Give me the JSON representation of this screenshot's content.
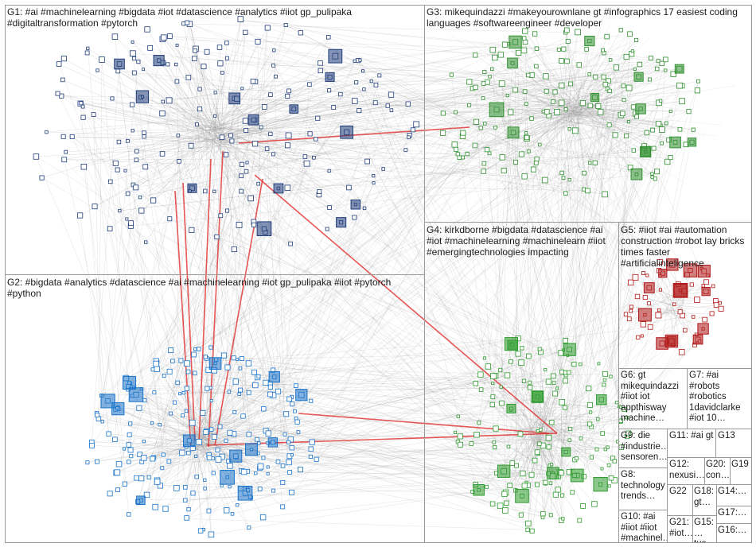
{
  "colors": {
    "g1": "#1f3d7a",
    "g2": "#1a73c9",
    "g3": "#2f8f2f",
    "g4": "#2e9a2e",
    "g5": "#b01818",
    "edge": "#9a9a9a",
    "strong_edge": "#e02020",
    "border": "#9a9a9a"
  },
  "groups": {
    "g1": "G1: #ai #machinelearning #bigdata #iot #datascience #analytics #iiot gp_pulipaka #digitaltransformation #pytorch",
    "g2": "G2: #bigdata #analytics #datascience #ai #machinelearning #iot gp_pulipaka #iiot #pytorch #python",
    "g3": "G3: mikequindazzi #makeyourownlane gt #infographics 17 easiest coding languages #softwareengineer #developer",
    "g4": "G4: kirkdborne #bigdata #datascience #ai #iot #machinelearning #machinelearn #iiot #emergingtechnologies impacting",
    "g5": "G5: #iiot #ai #automation construction #robot lay bricks times faster #artificialinteligence",
    "g6": "G6: gt mikequindazzi #iiot iot appthisway machine…",
    "g7": "G7: #ai #robots #robotics 1davidclarke #iot 10…",
    "g8": "G8: technology trends…",
    "g9": "G9: die #industrie… sensoren…",
    "g10": "G10: #ai #iiot #iiot #machinel…",
    "g11": "G11: #ai gt",
    "g12": "G12: nexusi…",
    "g13": "G13",
    "g14": "G14:…",
    "g15": "G15: …tus…",
    "g16": "G16:…",
    "g17": "G17:…",
    "g18": "G18: gt…",
    "g19": "G19",
    "g20": "G20: con…",
    "g21": "G21: #iot…",
    "g22": "G22"
  }
}
